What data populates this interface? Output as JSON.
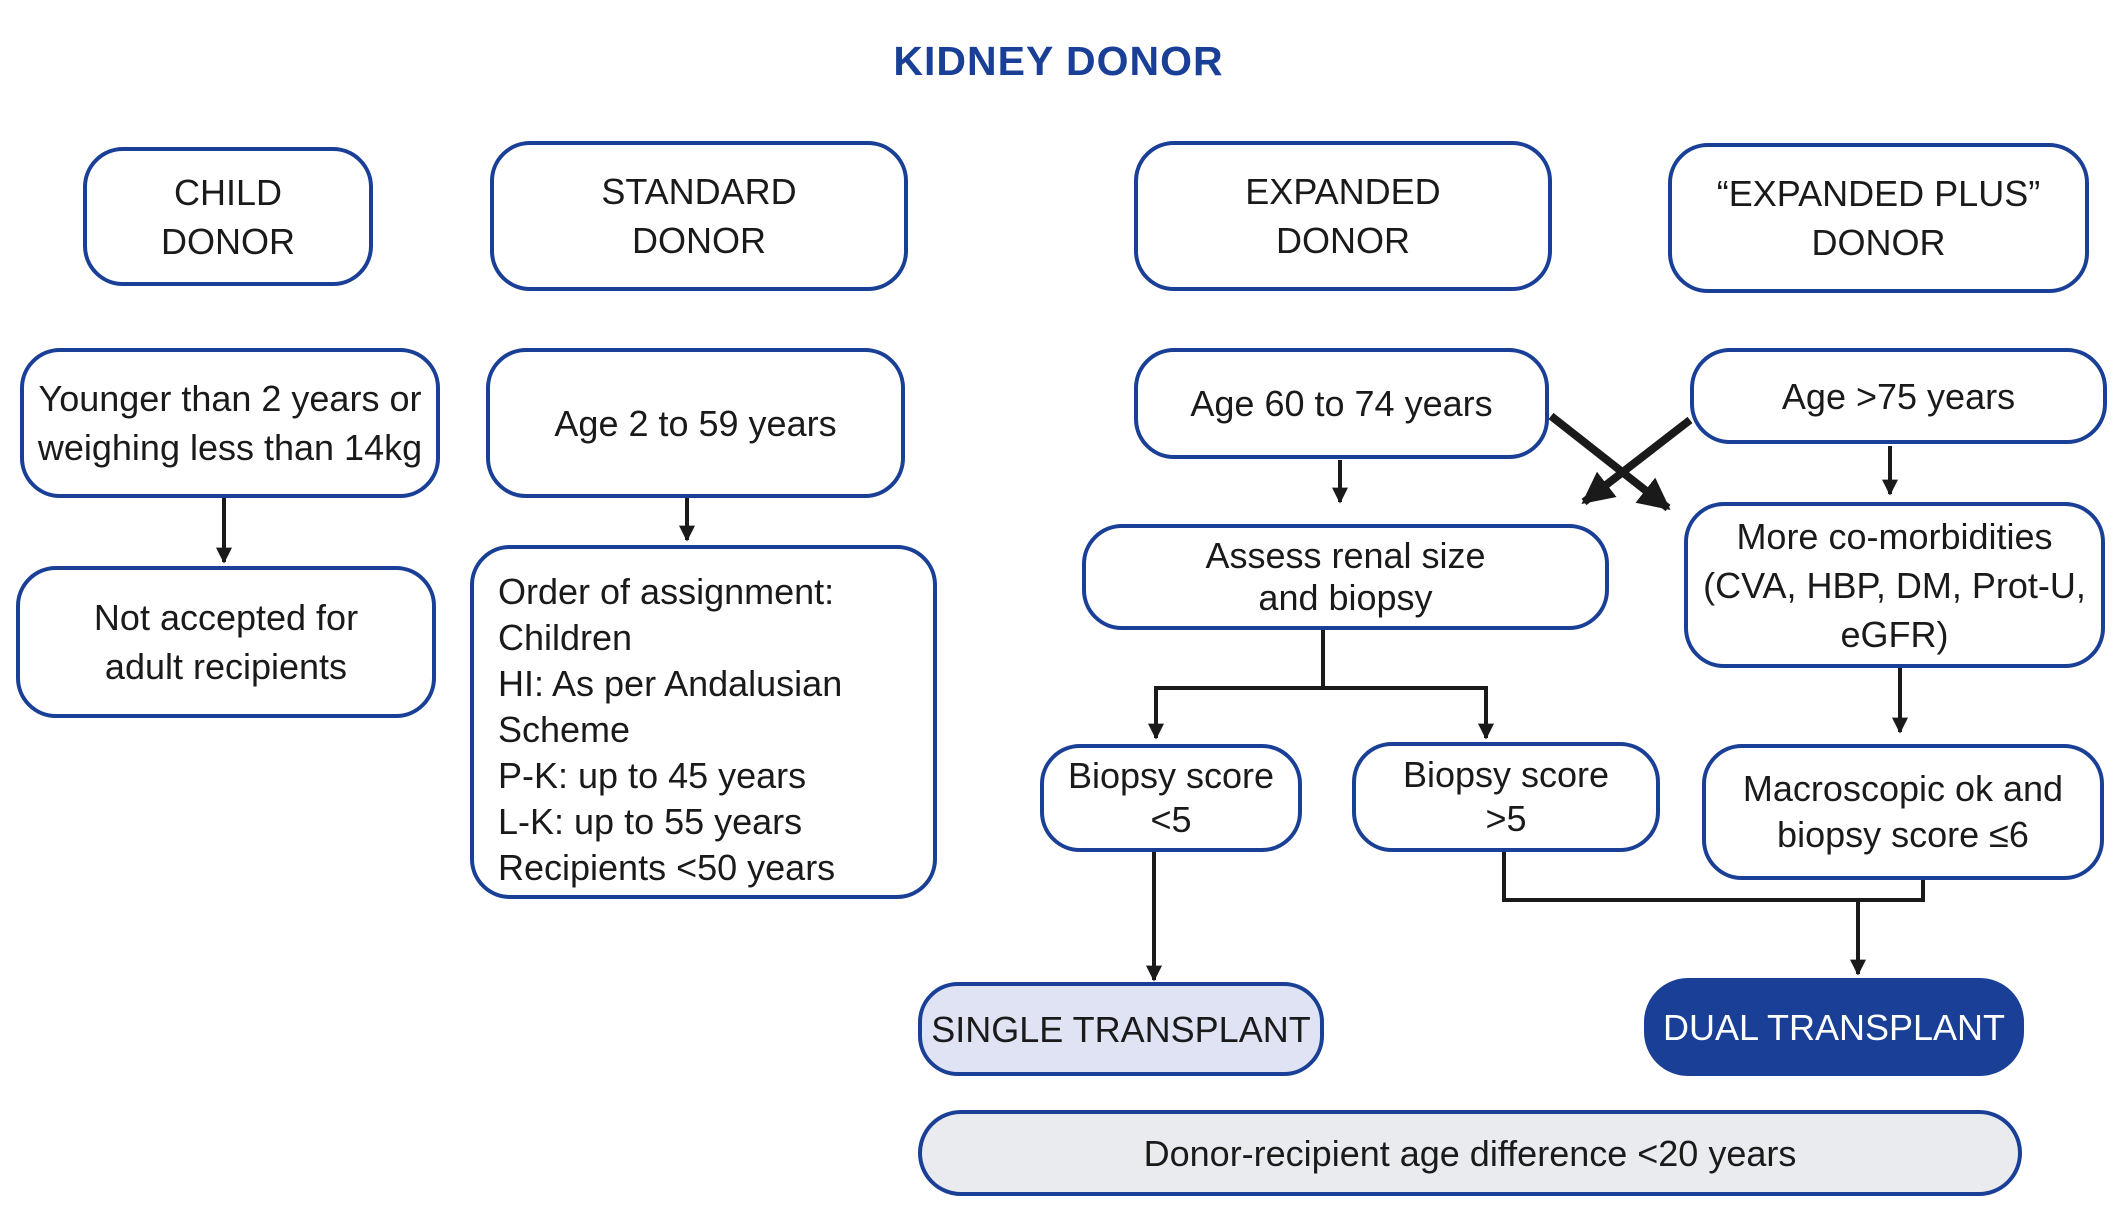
{
  "title": "KIDNEY DONOR",
  "colors": {
    "accent": "#1a3f96",
    "single_fill": "#dfe3f3",
    "note_fill": "#e9ebef",
    "connector": "#1a1a1a"
  },
  "categories": {
    "child": [
      "CHILD",
      "DONOR"
    ],
    "standard": [
      "STANDARD",
      "DONOR"
    ],
    "expanded": [
      "EXPANDED",
      "DONOR"
    ],
    "expanded_plus": [
      "“EXPANDED  PLUS”",
      "DONOR"
    ]
  },
  "criteria": {
    "child": [
      "Younger than 2 years or",
      "weighing less than 14kg"
    ],
    "standard": [
      "Age 2 to 59 years"
    ],
    "expanded": [
      "Age 60 to 74 years"
    ],
    "expanded_plus": [
      "Age >75 years"
    ]
  },
  "outcomes": {
    "child": [
      "Not accepted for",
      "adult recipients"
    ],
    "standard_assignment": [
      "Order of assignment:",
      "Children",
      "HI: As per Andalusian",
      "Scheme",
      "P-K: up to 45 years",
      "L-K: up to 55 years",
      "Recipients <50 years"
    ]
  },
  "expanded_path": {
    "assess": [
      "Assess renal size",
      "and biopsy"
    ],
    "score_low": [
      "Biopsy score",
      "<5"
    ],
    "score_high": [
      "Biopsy score",
      ">5"
    ]
  },
  "expanded_plus_path": {
    "comorbidities": [
      "More co-morbidities",
      "(CVA, HBP, DM, Prot-U,",
      "eGFR)"
    ],
    "macroscopic": [
      "Macroscopic ok and",
      "biopsy score ≤6"
    ]
  },
  "results": {
    "single": "SINGLE TRANSPLANT",
    "dual": "DUAL TRANSPLANT"
  },
  "footer_note": "Donor-recipient age difference <20 years"
}
